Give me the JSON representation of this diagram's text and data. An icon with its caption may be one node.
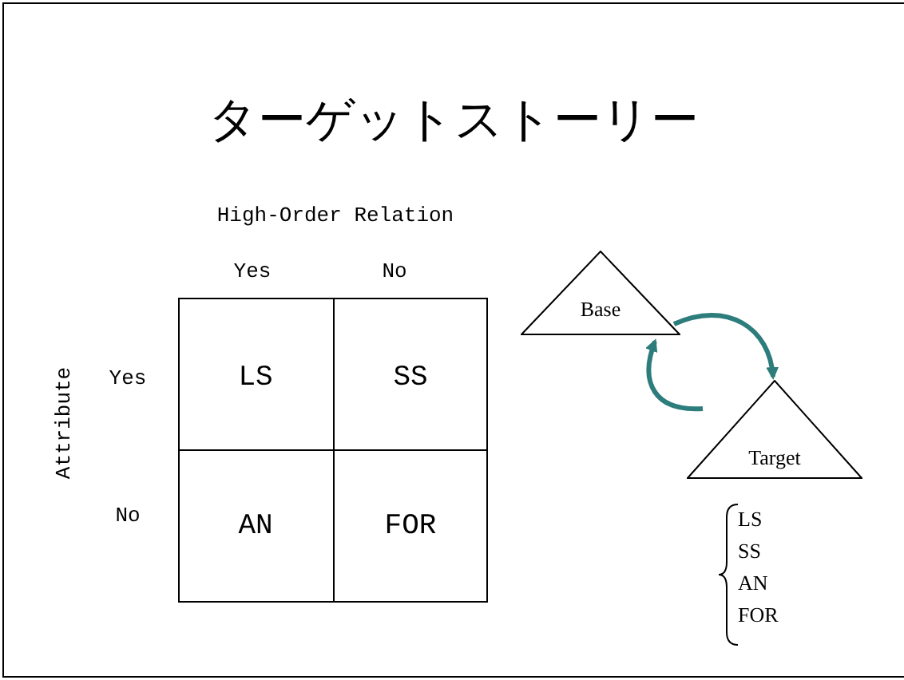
{
  "diagram": {
    "title": "ターゲットストーリー",
    "nodes": [
      {
        "text": [
          "Base"
        ]
      },
      {
        "text": [
          "Target"
        ]
      }
    ],
    "edges": [
      {
        "from": 1,
        "to": 0,
        "arrow": "to"
      },
      {
        "from": 0,
        "to": 1,
        "arrow": "to"
      }
    ],
    "labels": [
      "High-Order Relation",
      "Yes",
      "No",
      "Attribute",
      "Yes",
      "LS",
      "SS",
      "No",
      "AN",
      "FOR",
      "LS",
      "SS",
      "AN",
      "FOR"
    ]
  }
}
